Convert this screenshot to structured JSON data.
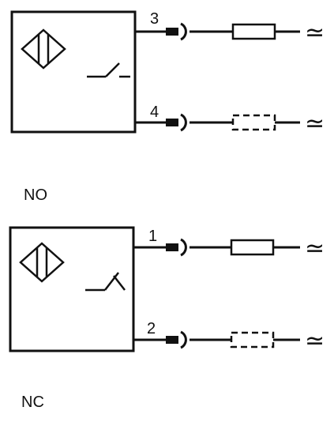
{
  "diagrams": [
    {
      "caption": "NO",
      "contact_type": "normally-open",
      "wires": [
        {
          "terminal": "3",
          "load": "solid",
          "supply": "≃"
        },
        {
          "terminal": "4",
          "load": "dashed",
          "supply": "≃"
        }
      ]
    },
    {
      "caption": "NC",
      "contact_type": "normally-closed",
      "wires": [
        {
          "terminal": "1",
          "load": "solid",
          "supply": "≃"
        },
        {
          "terminal": "2",
          "load": "dashed",
          "supply": "≃"
        }
      ]
    }
  ],
  "colors": {
    "stroke": "#111111",
    "background": "#ffffff"
  }
}
